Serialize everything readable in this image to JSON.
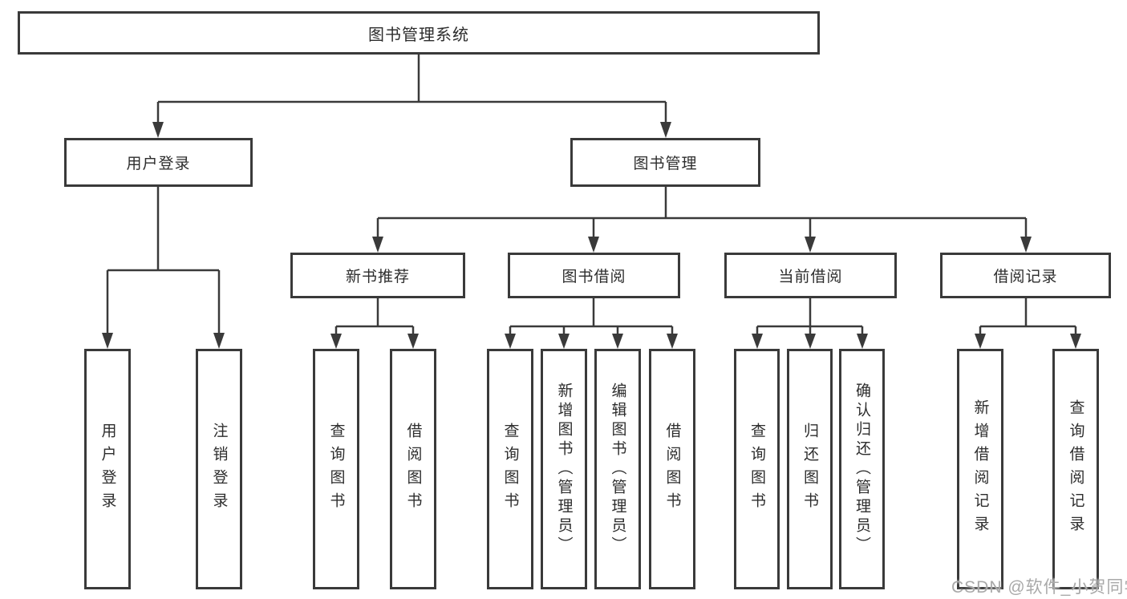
{
  "nodes": {
    "root": "图书管理系统",
    "user_login_branch": "用户登录",
    "book_mgmt_branch": "图书管理",
    "new_book_rec": "新书推荐",
    "book_borrow": "图书借阅",
    "current_borrow": "当前借阅",
    "borrow_records": "借阅记录",
    "leaf_user_login": "用户登录",
    "leaf_logout": "注销登录",
    "leaf_nbr_query_books": "查询图书",
    "leaf_nbr_borrow_books": "借阅图书",
    "leaf_bb_query_books": "查询图书",
    "leaf_bb_add_books_admin": "新增图书（管理员）",
    "leaf_bb_edit_books_admin": "编辑图书（管理员）",
    "leaf_bb_borrow_books": "借阅图书",
    "leaf_cb_query_books": "查询图书",
    "leaf_cb_return_books": "归还图书",
    "leaf_cb_confirm_return_admin": "确认归还（管理员）",
    "leaf_br_add_record": "新增借阅记录",
    "leaf_br_query_record": "查询借阅记录"
  },
  "watermark": "CSDN @软件_小贺同学",
  "colors": {
    "line": "#3a3a3a",
    "text": "#2d2d2d",
    "watermark": "#a9a9a9",
    "background": "#ffffff"
  }
}
